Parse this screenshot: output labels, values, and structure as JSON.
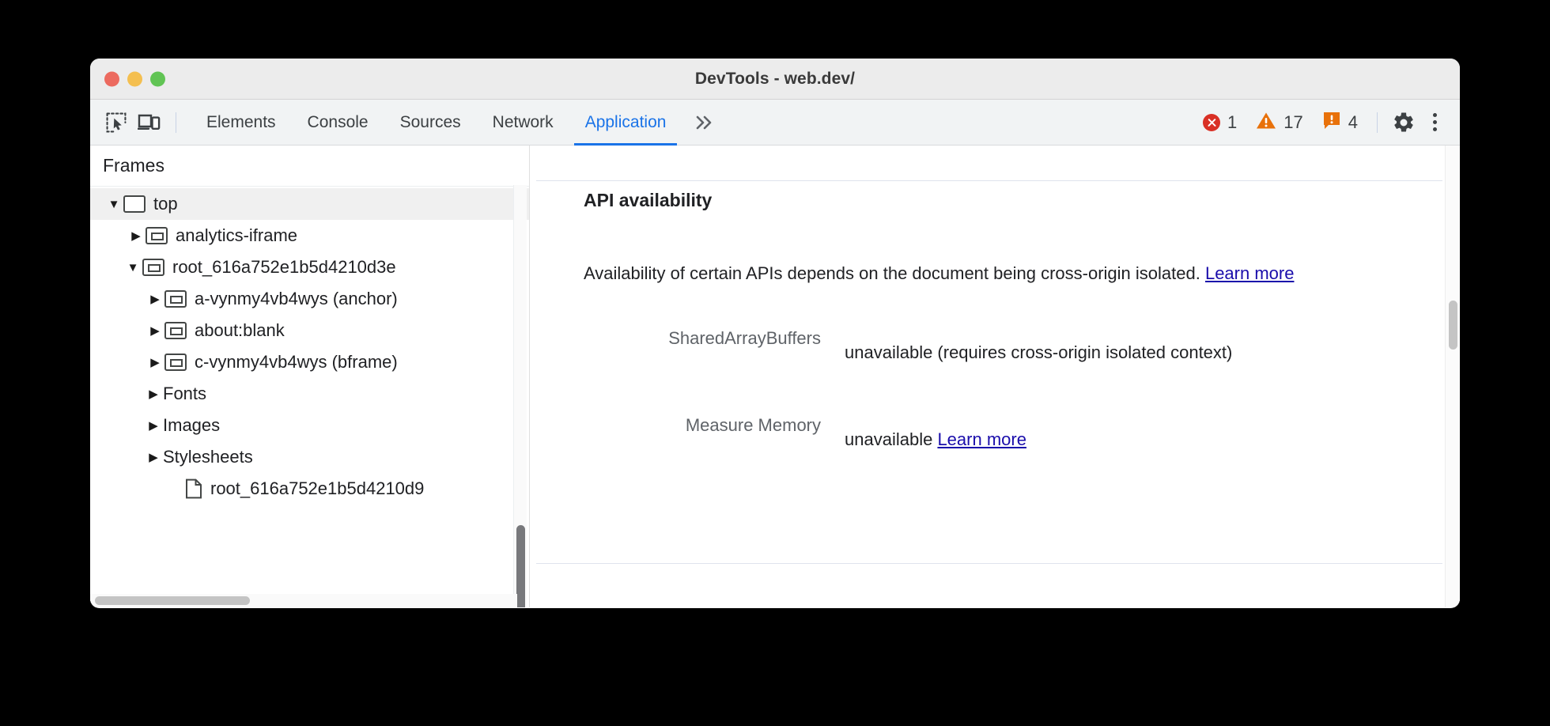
{
  "window": {
    "title": "DevTools - web.dev/",
    "traffic_lights": [
      "close-red",
      "minimize-yellow",
      "maximize-green"
    ]
  },
  "toolbar": {
    "inspect_icon": "inspect-element-icon",
    "device_icon": "device-toolbar-icon",
    "more_tabs_label": "»",
    "settings_icon": "gear-icon",
    "menu_icon": "more-vertical-icon",
    "tabs": [
      {
        "label": "Elements",
        "active": false
      },
      {
        "label": "Console",
        "active": false
      },
      {
        "label": "Sources",
        "active": false
      },
      {
        "label": "Network",
        "active": false
      },
      {
        "label": "Application",
        "active": true
      }
    ],
    "counters": [
      {
        "name": "errors",
        "icon": "error-icon",
        "count": "1",
        "color": "#d93025"
      },
      {
        "name": "warnings",
        "icon": "warning-icon",
        "count": "17",
        "color": "#e8710a"
      },
      {
        "name": "issues",
        "icon": "issue-icon",
        "count": "4",
        "color": "#e8710a"
      }
    ]
  },
  "sidebar": {
    "header": "Frames",
    "tree": [
      {
        "label": "top",
        "depth": 0,
        "twisty": "open",
        "icon": "frame-top-icon",
        "selected": true
      },
      {
        "label": "analytics-iframe",
        "depth": 1,
        "twisty": "closed",
        "icon": "frame-icon",
        "selected": false
      },
      {
        "label": "root_616a752e1b5d4210d3e",
        "depth": 1,
        "twisty": "open",
        "icon": "frame-icon",
        "selected": false
      },
      {
        "label": "a-vynmy4vb4wys (anchor)",
        "depth": 2,
        "twisty": "closed",
        "icon": "frame-icon",
        "selected": false
      },
      {
        "label": "about:blank",
        "depth": 2,
        "twisty": "closed",
        "icon": "frame-icon",
        "selected": false
      },
      {
        "label": "c-vynmy4vb4wys (bframe)",
        "depth": 2,
        "twisty": "closed",
        "icon": "frame-icon",
        "selected": false
      },
      {
        "label": "Fonts",
        "depth": 1,
        "twisty": "closed",
        "icon": "none",
        "selected": false
      },
      {
        "label": "Images",
        "depth": 1,
        "twisty": "closed",
        "icon": "none",
        "selected": false
      },
      {
        "label": "Stylesheets",
        "depth": 1,
        "twisty": "closed",
        "icon": "none",
        "selected": false
      },
      {
        "label": "root_616a752e1b5d4210d9",
        "depth": 2,
        "twisty": "none",
        "icon": "document-icon",
        "selected": false
      }
    ]
  },
  "main": {
    "section_title": "API availability",
    "blurb_text": "Availability of certain APIs depends on the document being cross-origin isolated. ",
    "blurb_link": "Learn more",
    "api_rows": [
      {
        "key": "SharedArrayBuffers",
        "value": "unavailable   (requires cross-origin isolated context)",
        "link": ""
      },
      {
        "key": "Measure Memory",
        "value": "unavailable ",
        "link": "Learn more"
      }
    ]
  }
}
